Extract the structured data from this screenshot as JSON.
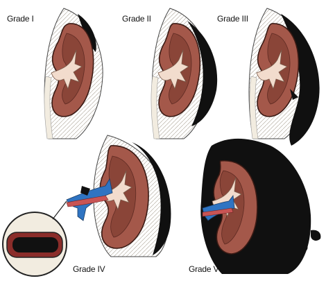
{
  "labels": {
    "grade_1": "Grade I",
    "grade_2": "Grade II",
    "grade_3": "Grade III",
    "grade_4": "Grade IV",
    "grade_5": "Grade V"
  },
  "colors": {
    "kidney": "#a4584a",
    "kidney_dark": "#5e2a22",
    "calyx": "#f2dccd",
    "fat": "#f2ece0",
    "hematoma": "#101010",
    "vein": "#2f74c2",
    "artery": "#c85454"
  }
}
